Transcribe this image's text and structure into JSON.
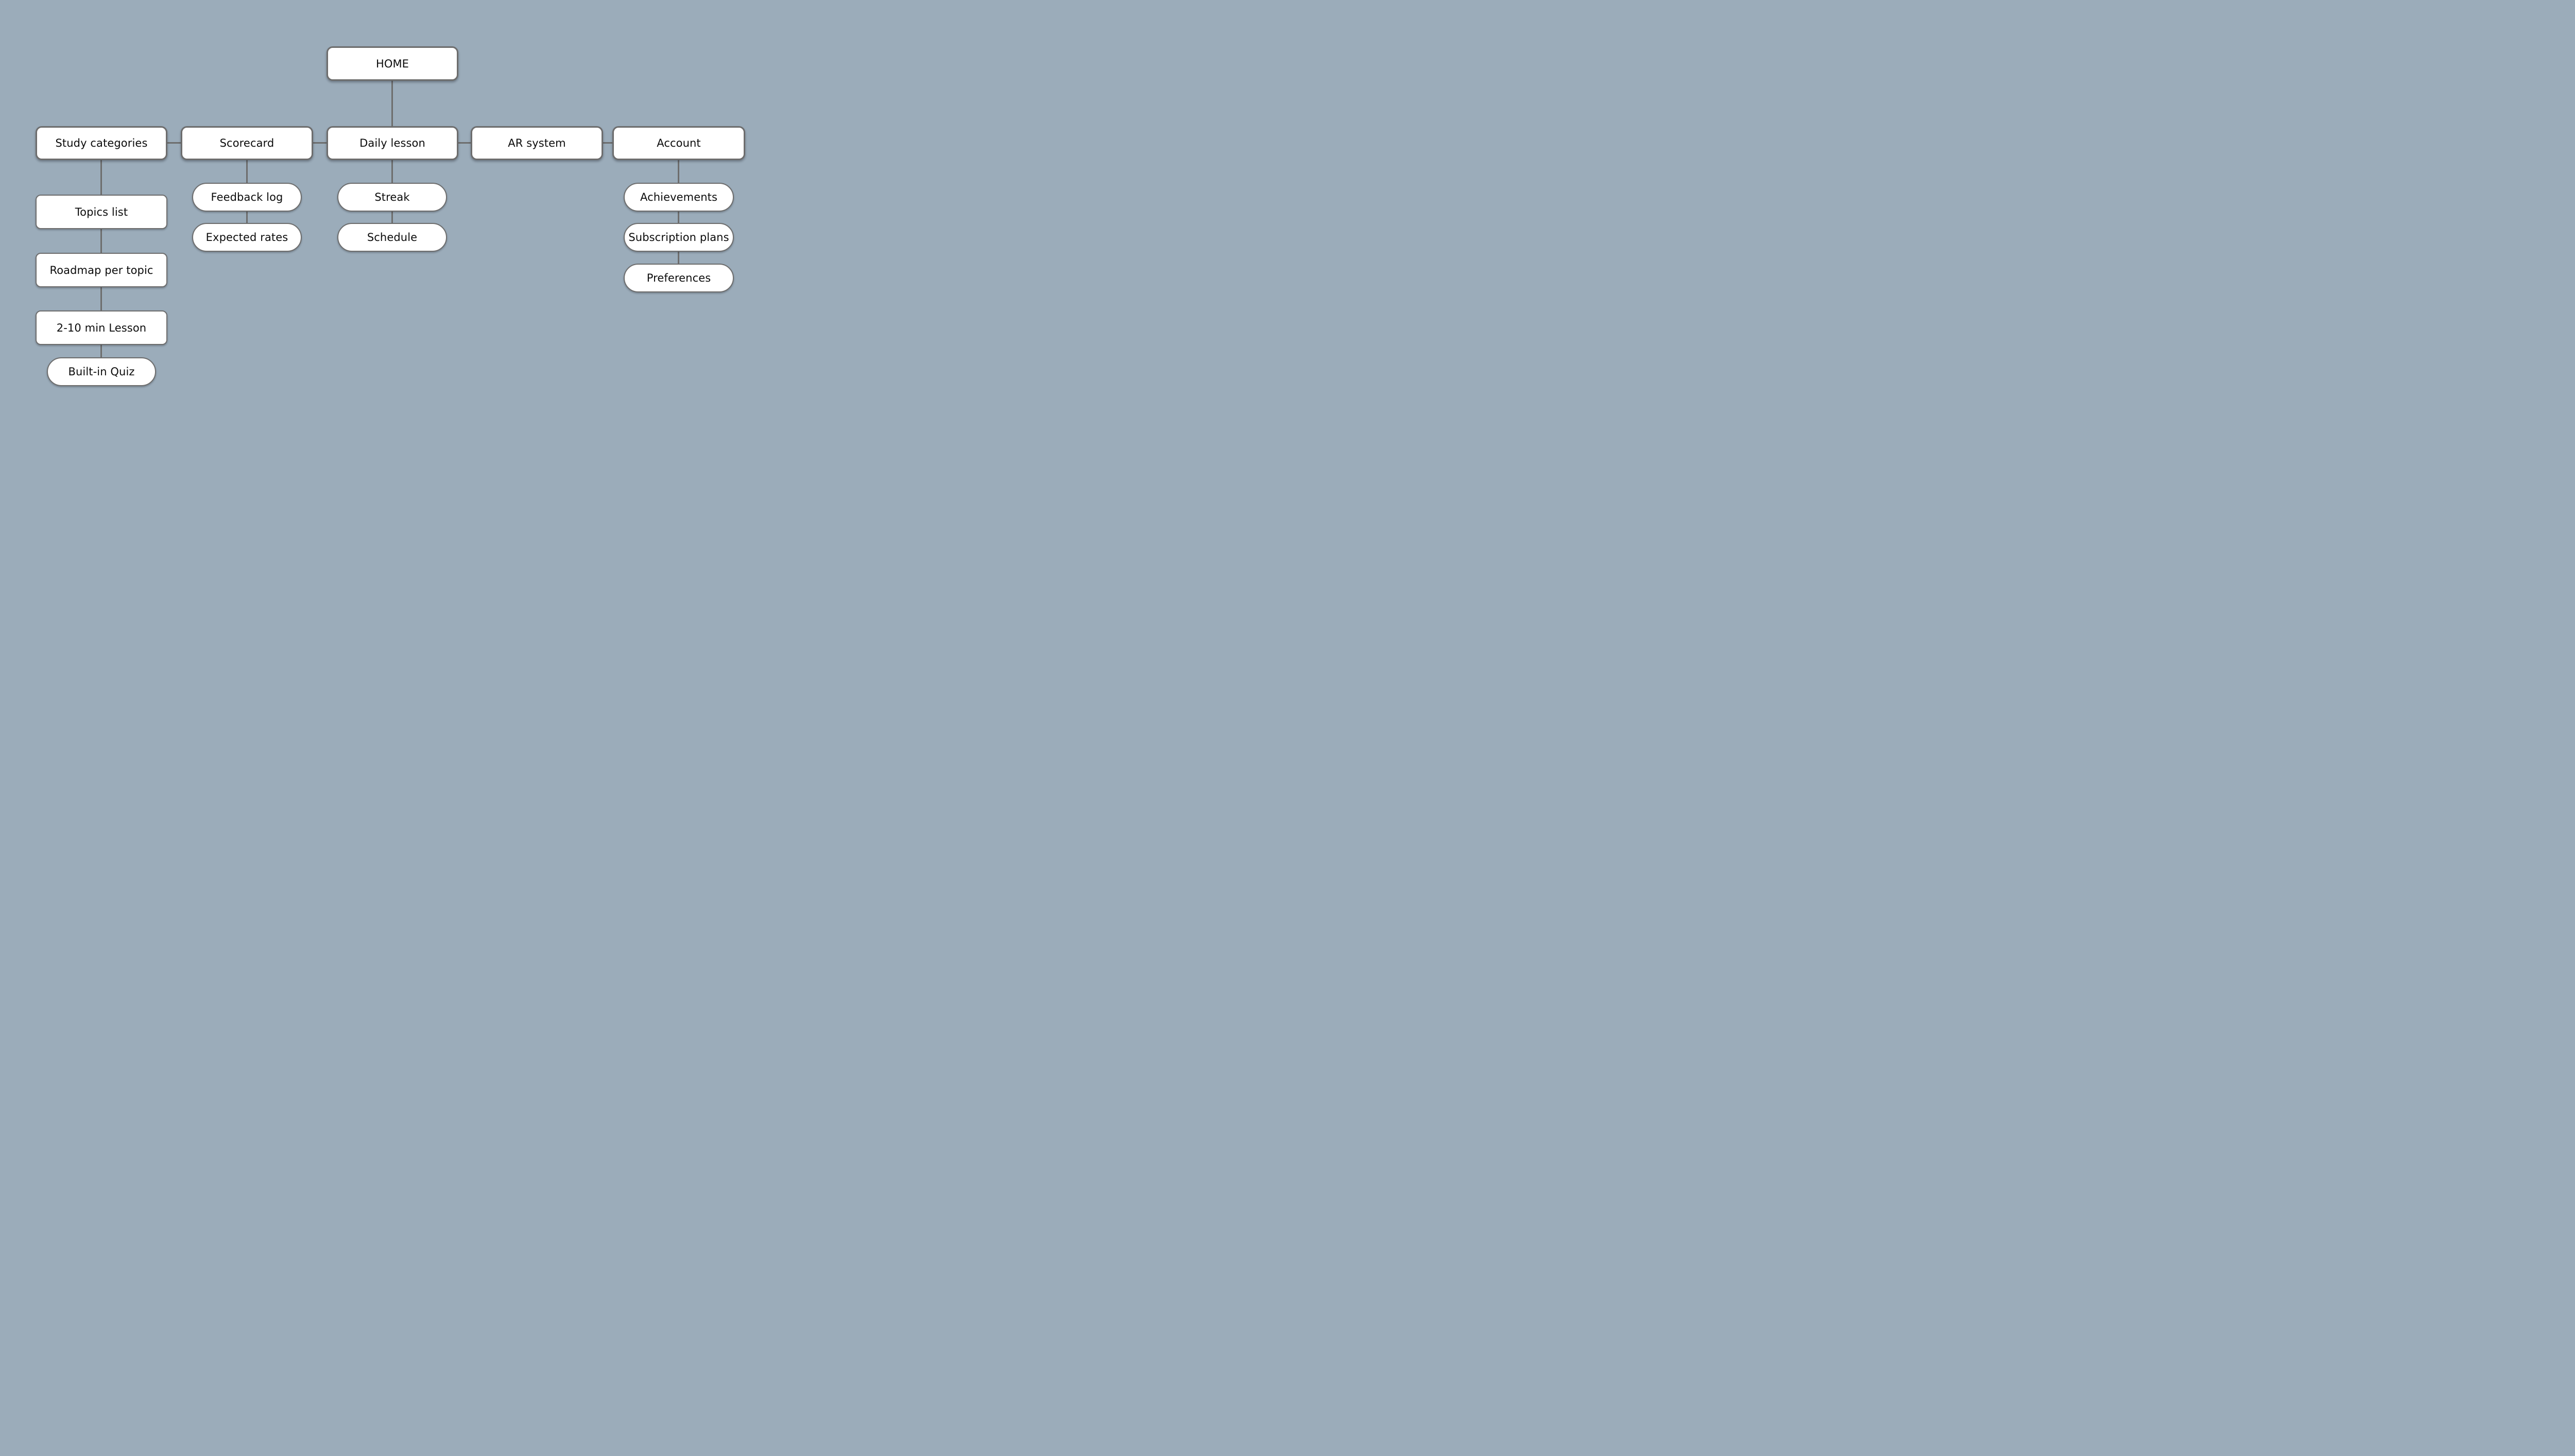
{
  "colors": {
    "canvas_bg": "#9BACBA",
    "node_fill": "#FFFFFF",
    "node_border": "#6D6D6D",
    "connector": "#6D6D6D",
    "text": "#0B0B0B"
  },
  "nodes": {
    "home": {
      "label": "HOME"
    },
    "study_categories": {
      "label": "Study categories"
    },
    "scorecard": {
      "label": "Scorecard"
    },
    "daily_lesson": {
      "label": "Daily lesson"
    },
    "ar_system": {
      "label": "AR system"
    },
    "account": {
      "label": "Account"
    },
    "topics_list": {
      "label": "Topics list"
    },
    "roadmap_per_topic": {
      "label": "Roadmap per topic"
    },
    "lesson_2_10_min": {
      "label": "2-10 min Lesson"
    },
    "built_in_quiz": {
      "label": "Built-in Quiz"
    },
    "feedback_log": {
      "label": "Feedback log"
    },
    "expected_rates": {
      "label": "Expected rates"
    },
    "streak": {
      "label": "Streak"
    },
    "schedule": {
      "label": "Schedule"
    },
    "achievements": {
      "label": "Achievements"
    },
    "subscription_plans": {
      "label": "Subscription plans"
    },
    "preferences": {
      "label": "Preferences"
    }
  }
}
